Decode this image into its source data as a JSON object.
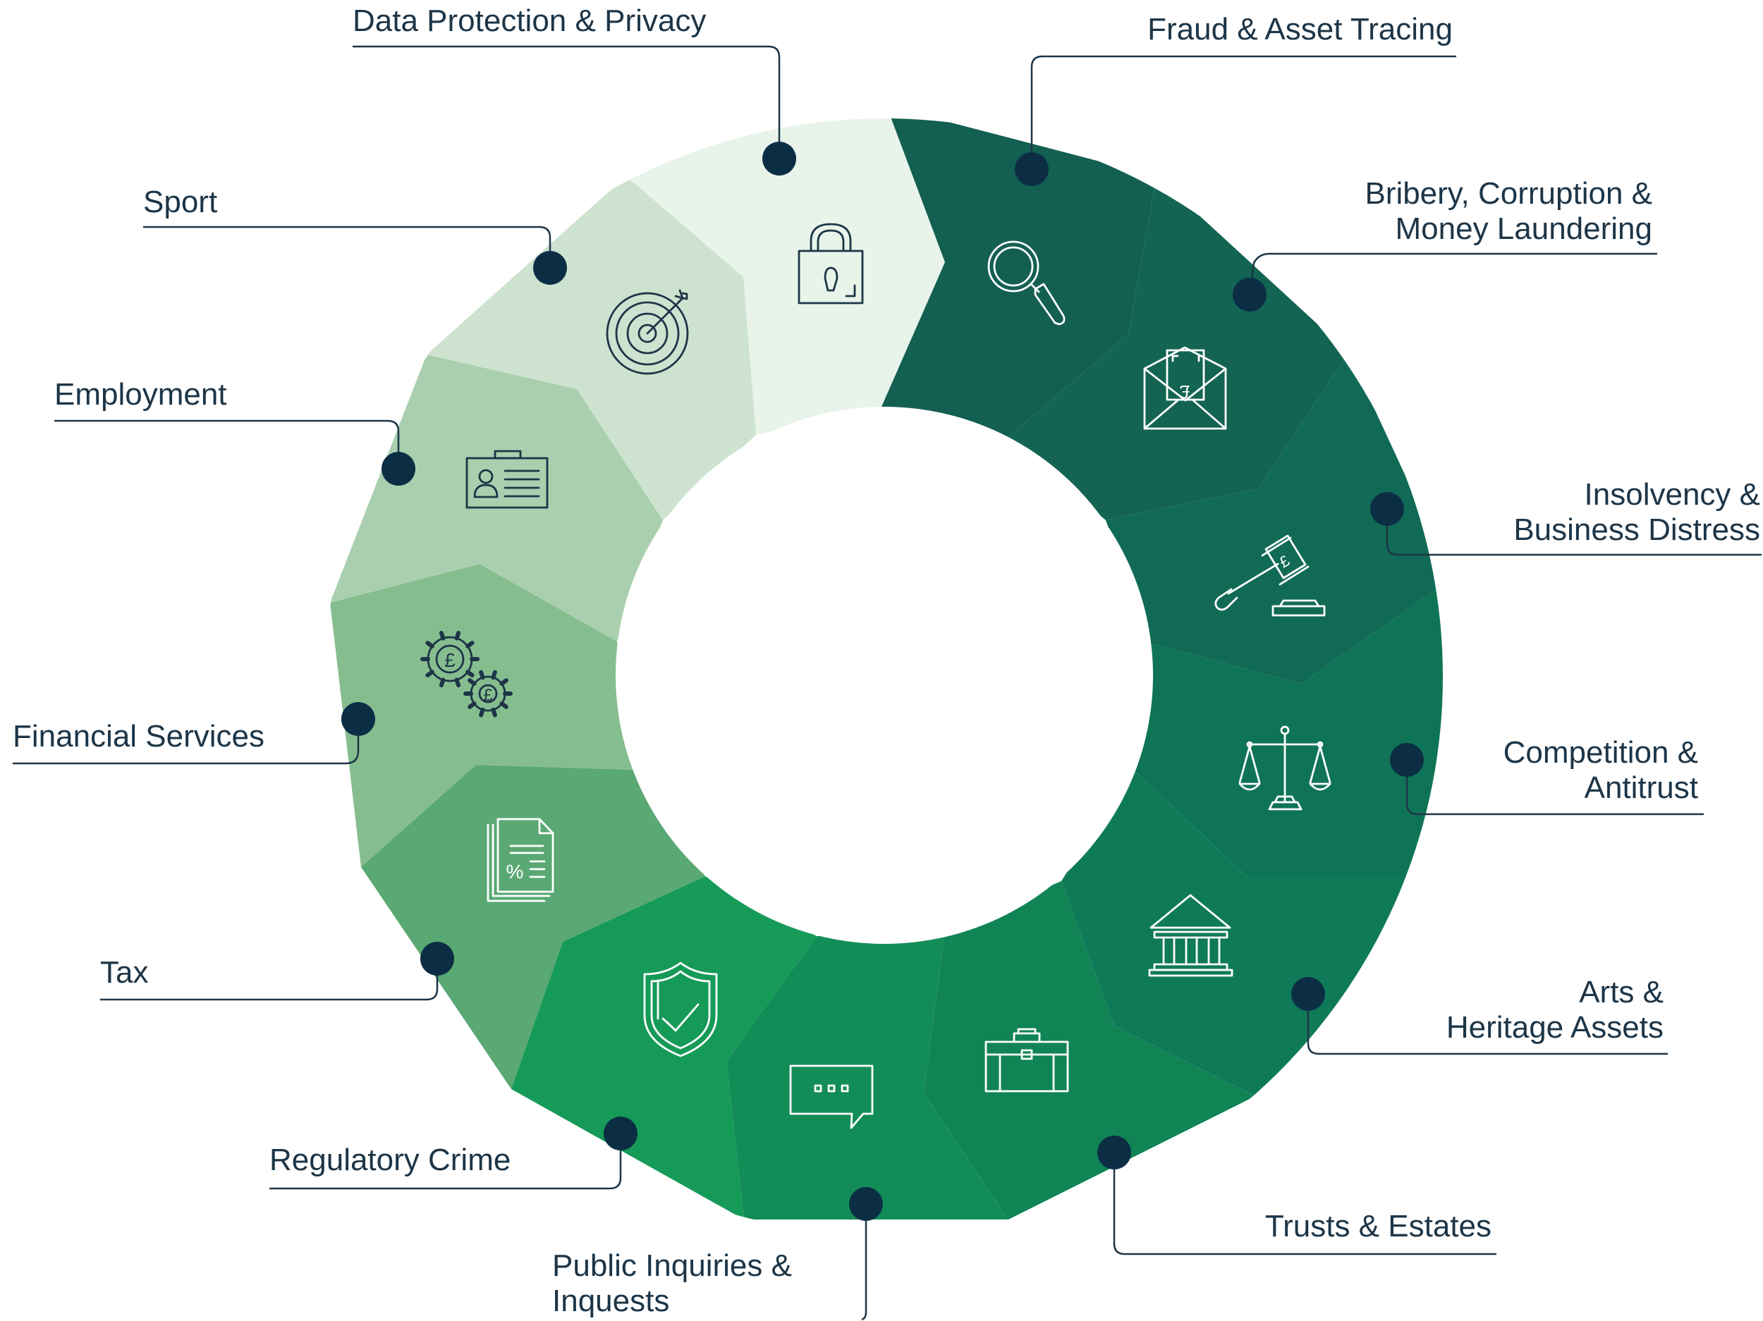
{
  "diagram": {
    "segments": [
      {
        "key": "data-protection",
        "label_lines": [
          "Data Protection & Privacy"
        ],
        "color": "#e8f3ea",
        "icon": "padlock-icon"
      },
      {
        "key": "fraud",
        "label_lines": [
          "Fraud & Asset Tracing"
        ],
        "color": "#135f52",
        "icon": "magnifier-icon"
      },
      {
        "key": "bribery",
        "label_lines": [
          "Bribery, Corruption &",
          "Money Laundering"
        ],
        "color": "#136453",
        "icon": "envelope-pound-icon"
      },
      {
        "key": "insolvency",
        "label_lines": [
          "Insolvency &",
          "Business Distress"
        ],
        "color": "#116a55",
        "icon": "gavel-pound-icon"
      },
      {
        "key": "competition",
        "label_lines": [
          "Competition &",
          "Antitrust"
        ],
        "color": "#0f7456",
        "icon": "scales-icon"
      },
      {
        "key": "arts",
        "label_lines": [
          "Arts &",
          "Heritage Assets"
        ],
        "color": "#0f7a58",
        "icon": "museum-icon"
      },
      {
        "key": "trusts",
        "label_lines": [
          "Trusts & Estates"
        ],
        "color": "#118455",
        "icon": "briefcase-icon"
      },
      {
        "key": "inquiries",
        "label_lines": [
          "Public Inquiries &",
          "Inquests"
        ],
        "color": "#138d57",
        "icon": "speech-bubble-icon"
      },
      {
        "key": "regulatory",
        "label_lines": [
          "Regulatory Crime"
        ],
        "color": "#169a58",
        "icon": "shield-check-icon"
      },
      {
        "key": "tax",
        "label_lines": [
          "Tax"
        ],
        "color": "#5aa874",
        "icon": "tax-document-icon"
      },
      {
        "key": "financial",
        "label_lines": [
          "Financial Services"
        ],
        "color": "#86bd8f",
        "icon": "gears-pound-icon"
      },
      {
        "key": "employment",
        "label_lines": [
          "Employment"
        ],
        "color": "#aacfae",
        "icon": "id-card-icon"
      },
      {
        "key": "sport",
        "label_lines": [
          "Sport"
        ],
        "color": "#cde3cf",
        "icon": "target-icon"
      }
    ],
    "colors": {
      "marker": "#0b2e45",
      "leader": "#1d3547",
      "icon_dark_bg": "#ffffff",
      "icon_light_bg": "#1d3547"
    }
  }
}
